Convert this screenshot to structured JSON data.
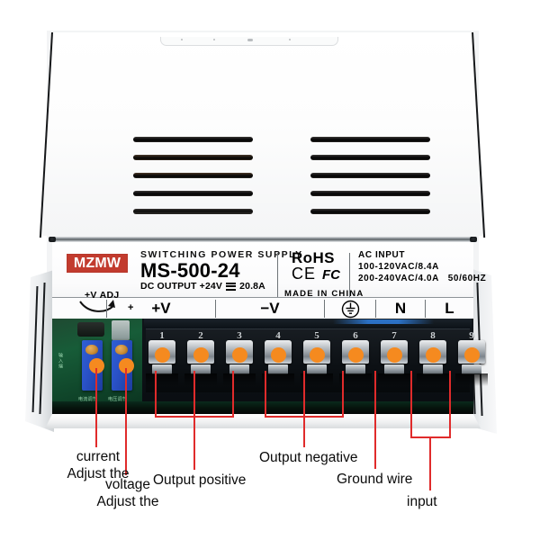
{
  "product": {
    "brand": "MZMW",
    "subtitle": "SWITCHING POWER SUPPLY",
    "model": "MS-500-24",
    "dc_output_prefix": "DC OUTPUT +24V",
    "dc_output_current": "20.8A",
    "rohs": "RoHS",
    "ce_mark": "CE",
    "fcc_mark": "FC",
    "made_in": "MADE  IN  CHINA",
    "ac_input_title": "AC INPUT",
    "ac_input_line1": "100-120VAC/8.4A",
    "ac_input_line2": "200-240VAC/4.0A",
    "ac_input_freq": "50/60HZ"
  },
  "adjust": {
    "label": "+V ADJ",
    "polarity": "+"
  },
  "legend": {
    "positive": "+V",
    "negative": "−V",
    "ground_icon": "earth-ground-icon",
    "neutral": "N",
    "line": "L"
  },
  "terminals": [
    {
      "number": "1",
      "group": "output-positive"
    },
    {
      "number": "2",
      "group": "output-positive"
    },
    {
      "number": "3",
      "group": "output-positive"
    },
    {
      "number": "4",
      "group": "output-negative"
    },
    {
      "number": "5",
      "group": "output-negative"
    },
    {
      "number": "6",
      "group": "output-negative"
    },
    {
      "number": "7",
      "group": "ground-wire"
    },
    {
      "number": "8",
      "group": "ac-input"
    },
    {
      "number": "9",
      "group": "ac-input"
    }
  ],
  "pcb": {
    "silk_left_vertical": "输入端",
    "silk_pot1": "电流调节",
    "silk_pot2": "电压调节"
  },
  "callouts": {
    "current_line1": "current",
    "current_line2": "Adjust the",
    "voltage_line1": "voltage",
    "voltage_line2": "Adjust the",
    "output_positive": "Output positive",
    "output_negative": "Output negative",
    "ground_wire": "Ground wire",
    "input": "input"
  },
  "colors": {
    "brand_red": "#c23b2e",
    "callout_red": "#e02b2b",
    "screw_orange": "#f58a1f",
    "pcb_green": "#175c38",
    "pot_blue": "#2a52c8"
  }
}
